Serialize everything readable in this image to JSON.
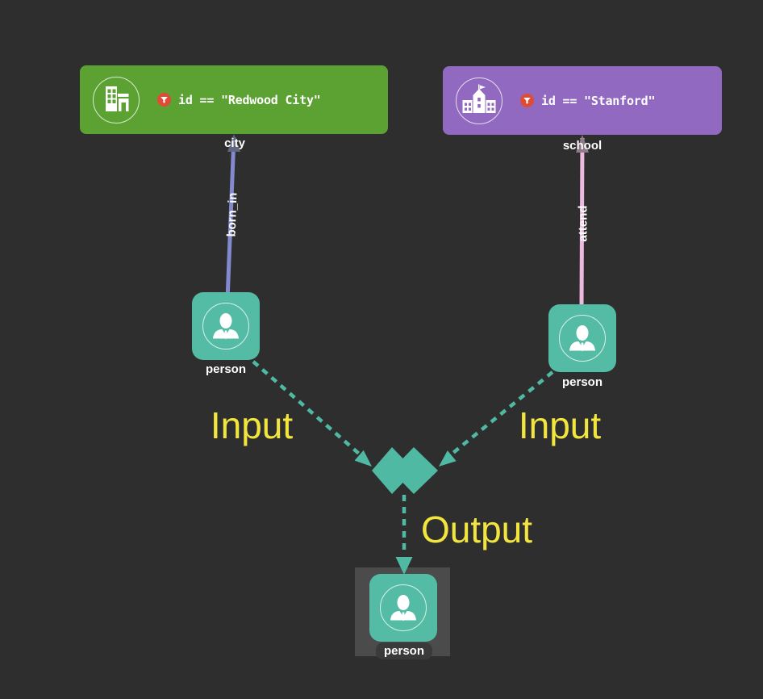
{
  "canvas": {
    "background_color": "#2e2e2e"
  },
  "nodes": {
    "city": {
      "label": "city",
      "filter_text": "id == \"Redwood City\"",
      "color": "#5ba233",
      "icon": "city-buildings-icon"
    },
    "school": {
      "label": "school",
      "filter_text": "id == \"Stanford\"",
      "color": "#9169c1",
      "icon": "school-icon"
    },
    "person_left": {
      "label": "person",
      "color": "#54bba5",
      "icon": "person-icon"
    },
    "person_right": {
      "label": "person",
      "color": "#54bba5",
      "icon": "person-icon"
    },
    "person_output": {
      "label": "person",
      "color": "#54bba5",
      "icon": "person-icon",
      "selected": true
    }
  },
  "edges": {
    "born_in": {
      "label": "born_in",
      "color": "#8389ce",
      "arrow_color": "#61677f"
    },
    "attend": {
      "label": "attend",
      "color": "#edb9dc",
      "arrow_color": "#8e7a89"
    }
  },
  "flow": {
    "input_left_label": "Input",
    "input_right_label": "Input",
    "output_label": "Output",
    "line_color": "#4fb9a3",
    "text_color": "#f2e53e",
    "filter_badge_color": "#e04b35"
  }
}
